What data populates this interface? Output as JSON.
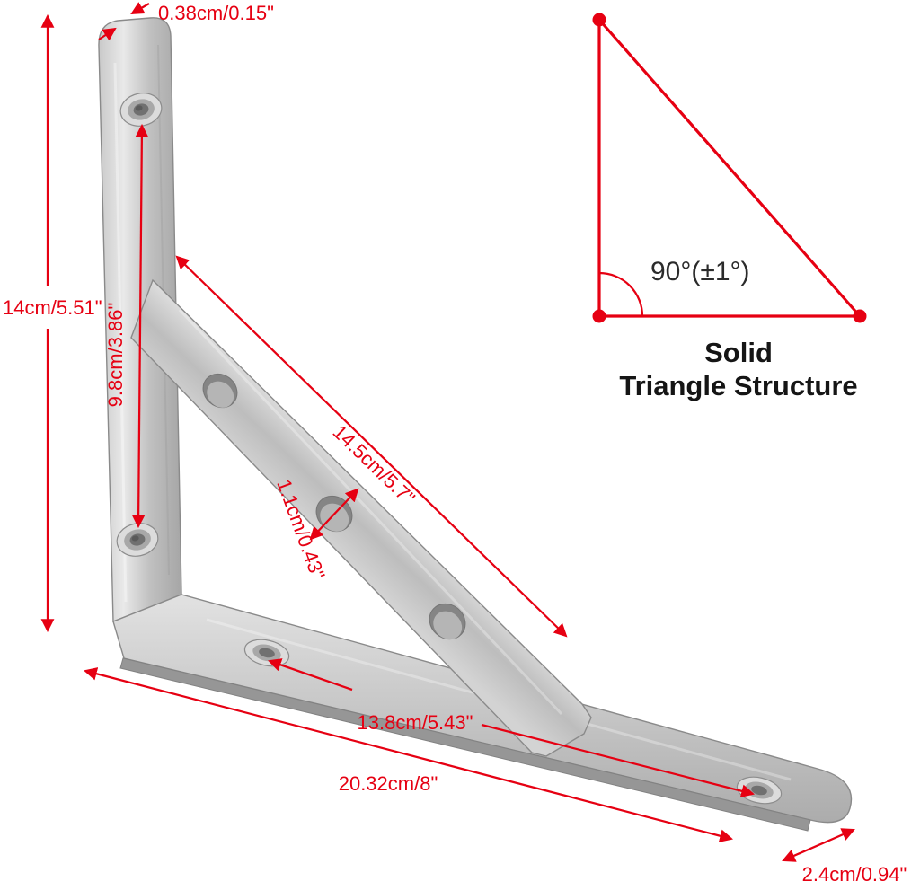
{
  "dims": {
    "thickness": "0.38cm/0.15\"",
    "height": "14cm/5.51\"",
    "hole_spacing_vertical": "9.8cm/3.86\"",
    "brace_length": "14.5cm/5.7\"",
    "hole_diameter": "1.1cm/0.43\"",
    "hole_spacing_horizontal": "13.8cm/5.43\"",
    "total_length": "20.32cm/8\"",
    "arm_width": "2.4cm/0.94\""
  },
  "triangle": {
    "angle": "90°(±1°)",
    "caption_line1": "Solid",
    "caption_line2": "Triangle Structure"
  },
  "colors": {
    "dimension_red": "#e60012",
    "caption_dark": "#151515",
    "metal_light": "#e8e8e8",
    "metal_dark": "#a9a9a9"
  }
}
